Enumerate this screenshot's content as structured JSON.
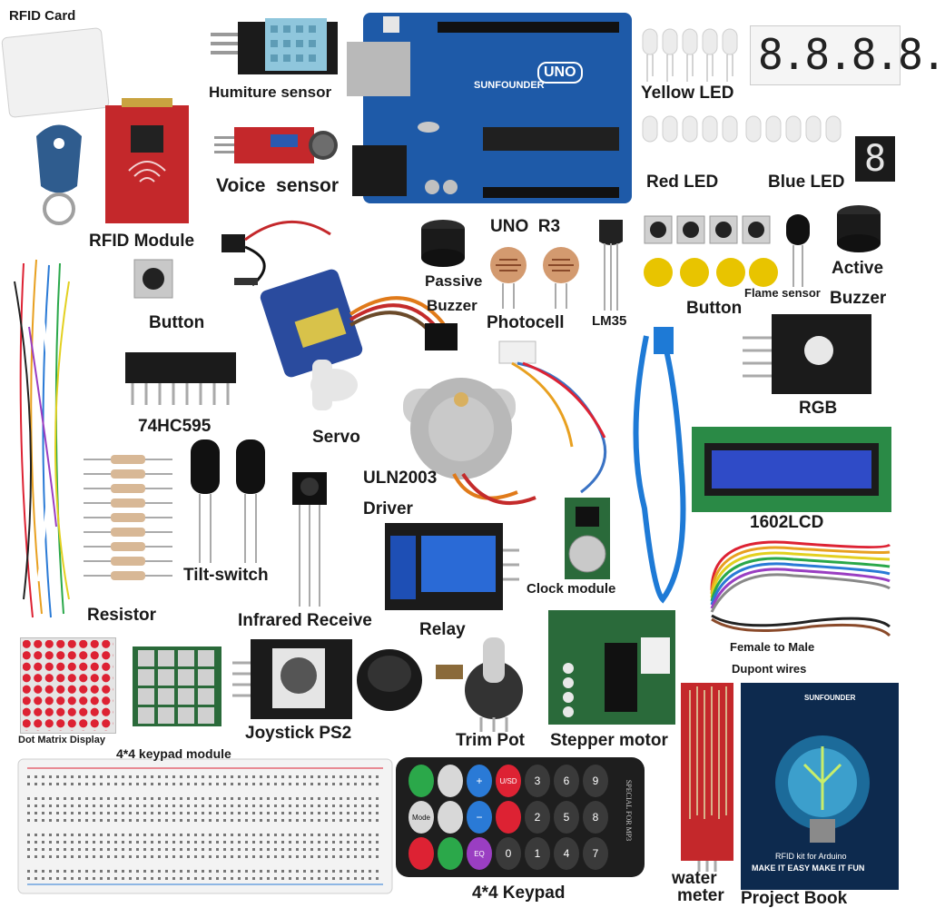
{
  "labels": {
    "rfid_card": "RFID Card",
    "humiture_sensor": "Humiture sensor",
    "voice_sensor": "Voice  sensor",
    "rfid_module": "RFID Module",
    "yellow_led": "Yellow LED",
    "red_led": "Red LED",
    "blue_led": "Blue LED",
    "uno_r3": "UNO  R3",
    "passive": "Passive",
    "buzzer_passive": "Buzzer",
    "photocell": "Photocell",
    "lm35": "LM35",
    "button_right": "Button",
    "flame_sensor": "Flame sensor",
    "active": "Active",
    "buzzer_active": "Buzzer",
    "button_left": "Button",
    "ic_74hc595": "74HC595",
    "servo": "Servo",
    "rgb": "RGB",
    "uln2003": "ULN2003",
    "driver": "Driver",
    "lcd_1602": "1602LCD",
    "tilt_switch": "Tilt-switch",
    "resistor": "Resistor",
    "infrared_receive": "Infrared Receive",
    "relay": "Relay",
    "clock_module": "Clock module",
    "female_to_male": "Female to Male",
    "dupont_wires": "Dupont wires",
    "dot_matrix": "Dot Matrix Display",
    "keypad_module": "4*4 keypad module",
    "joystick": "Joystick PS2",
    "trim_pot": "Trim Pot",
    "stepper_motor": "Stepper motor",
    "water": "water",
    "meter": "meter",
    "keypad_bottom": "4*4 Keypad",
    "project_book": "Project Book"
  },
  "board": {
    "brand": "SUNFOUNDER",
    "model": "UNO"
  },
  "book": {
    "brand": "SUNFOUNDER",
    "title": "RFID kit for Arduino",
    "slogan": "MAKE IT EASY MAKE IT FUN"
  },
  "seven_segment": {
    "digits": "8.8.8.8.",
    "single": "8"
  },
  "remote": {
    "keys": [
      "",
      "",
      "+",
      "U/SD",
      "3",
      "6",
      "9",
      "Mode",
      "",
      "−",
      "",
      "2",
      "5",
      "8",
      "",
      "",
      "EQ",
      "0",
      "1",
      "4",
      "7"
    ],
    "side_text": "SPECIAL FOR MP3"
  },
  "colors": {
    "board_blue": "#1e5aa8",
    "pcb_red": "#c4282b",
    "module_black": "#1b1b1b",
    "book_blue": "#0d2a4e"
  }
}
